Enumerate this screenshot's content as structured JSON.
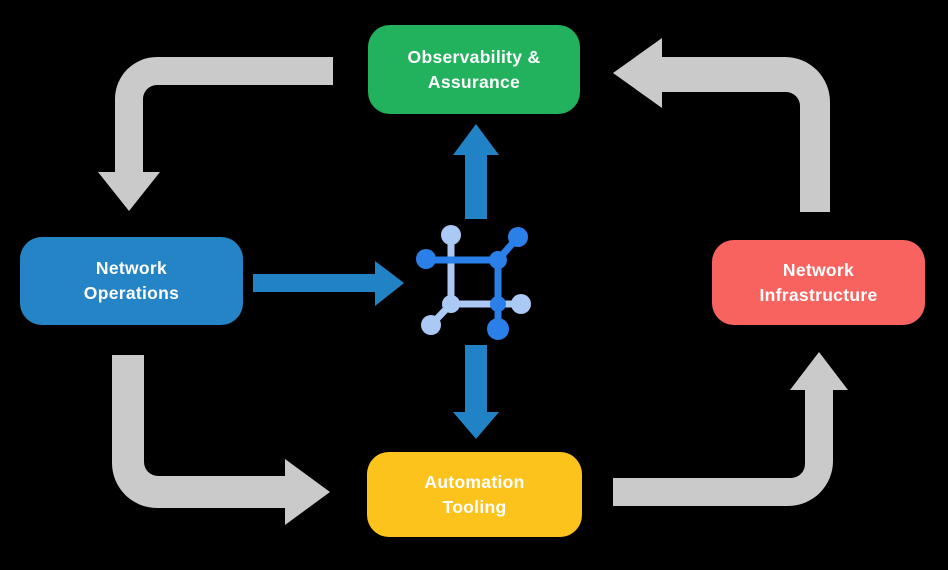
{
  "diagram": {
    "nodes": [
      {
        "id": "observability-assurance",
        "label": "Observability &\nAssurance",
        "color": "#22b15c",
        "position": "top"
      },
      {
        "id": "network-operations",
        "label": "Network\nOperations",
        "color": "#2484c6",
        "position": "left"
      },
      {
        "id": "network-infrastructure",
        "label": "Network\nInfrastructure",
        "color": "#f8635f",
        "position": "right"
      },
      {
        "id": "automation-tooling",
        "label": "Automation\nTooling",
        "color": "#fcc31d",
        "position": "bottom"
      }
    ],
    "center_icon": {
      "name": "network-automation-chip-icon",
      "dark_color": "#2b7fe9",
      "light_color": "#aac9f4"
    },
    "edges": [
      {
        "from": "observability-assurance",
        "to": "network-operations",
        "style": "elbow",
        "color": "gray"
      },
      {
        "from": "network-operations",
        "to": "automation-tooling",
        "style": "elbow",
        "color": "gray"
      },
      {
        "from": "automation-tooling",
        "to": "network-infrastructure",
        "style": "elbow",
        "color": "gray"
      },
      {
        "from": "network-infrastructure",
        "to": "observability-assurance",
        "style": "elbow",
        "color": "gray"
      },
      {
        "from": "network-operations",
        "to": "center-icon",
        "style": "straight",
        "color": "blue"
      },
      {
        "from": "center-icon",
        "to": "observability-assurance",
        "style": "straight",
        "color": "blue"
      },
      {
        "from": "center-icon",
        "to": "automation-tooling",
        "style": "straight",
        "color": "blue"
      }
    ],
    "colors": {
      "background": "#000000",
      "arrow_gray": "#cacaca",
      "arrow_blue": "#2183c6",
      "icon_dark_blue": "#2b7fe9",
      "icon_light_blue": "#aac9f4",
      "node_green": "#22b15c",
      "node_blue": "#2484c6",
      "node_red": "#f8635f",
      "node_yellow": "#fcc31d",
      "text": "#ffffff"
    }
  }
}
